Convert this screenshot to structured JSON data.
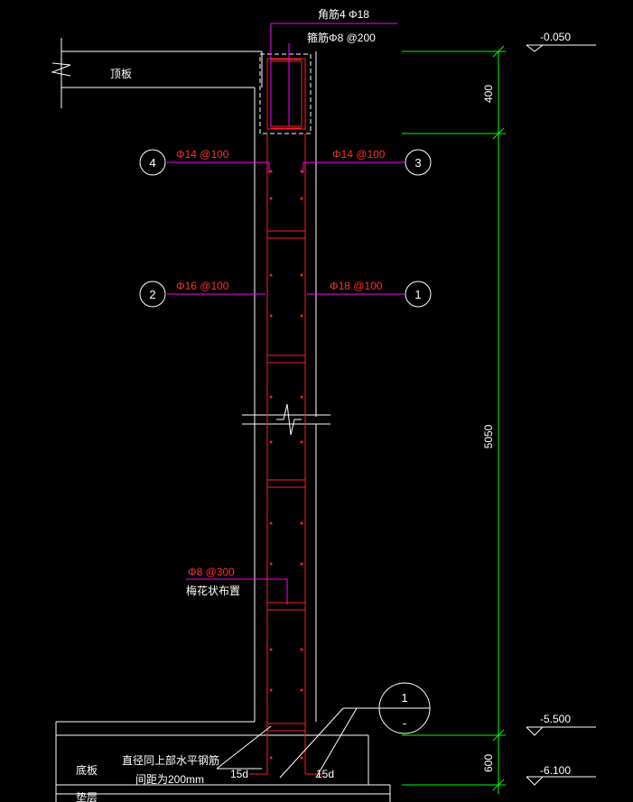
{
  "labels": {
    "corner_bars": "角筋4 Φ18",
    "stirrups": "箍筋Φ8 @200",
    "top_slab": "顶板",
    "bottom_slab": "底板",
    "cushion": "垫层",
    "tie_bars": "Φ8 @300",
    "tie_layout": "梅花状布置",
    "note_line1": "直径同上部水平钢筋",
    "note_line2": "间距为200mm",
    "anchor_left": "15d",
    "anchor_right": "15d"
  },
  "rebar_callouts": [
    {
      "number": "4",
      "spec": "Φ14 @100"
    },
    {
      "number": "3",
      "spec": "Φ14 @100"
    },
    {
      "number": "2",
      "spec": "Φ16 @100"
    },
    {
      "number": "1",
      "spec": "Φ18 @100"
    }
  ],
  "section_mark": {
    "number": "1",
    "sheet": "-"
  },
  "elevations": [
    "-0.050",
    "-5.500",
    "-6.100"
  ],
  "dimensions": [
    "400",
    "5050",
    "600"
  ],
  "colors": {
    "background": "#000000",
    "structure": "#ffffff",
    "rebar": "#ff2020",
    "leader": "#ff00ff",
    "dimension": "#00ff00"
  }
}
